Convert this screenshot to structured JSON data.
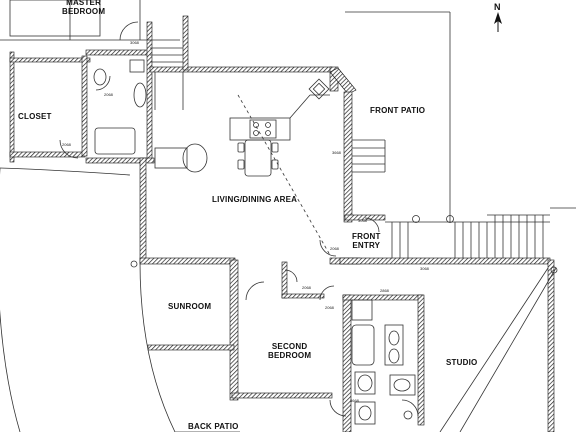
{
  "rooms": {
    "master_bedroom": "MASTER\nBEDROOM",
    "closet": "CLOSET",
    "front_patio": "FRONT PATIO",
    "living_dining": "LIVING/DINING AREA",
    "front_entry": "FRONT\nENTRY",
    "sunroom": "SUNROOM",
    "second_bedroom": "SECOND\nBEDROOM",
    "studio": "STUDIO",
    "back_patio": "BACK PATIO"
  },
  "compass": {
    "north_label": "N"
  },
  "door_tags": [
    "3068",
    "2068",
    "2068",
    "3668",
    "2068",
    "2068",
    "2868",
    "2068",
    "3068",
    "3068",
    "3668"
  ],
  "colors": {
    "wall": "#111111",
    "hatch": "#222222",
    "line": "#333333"
  }
}
